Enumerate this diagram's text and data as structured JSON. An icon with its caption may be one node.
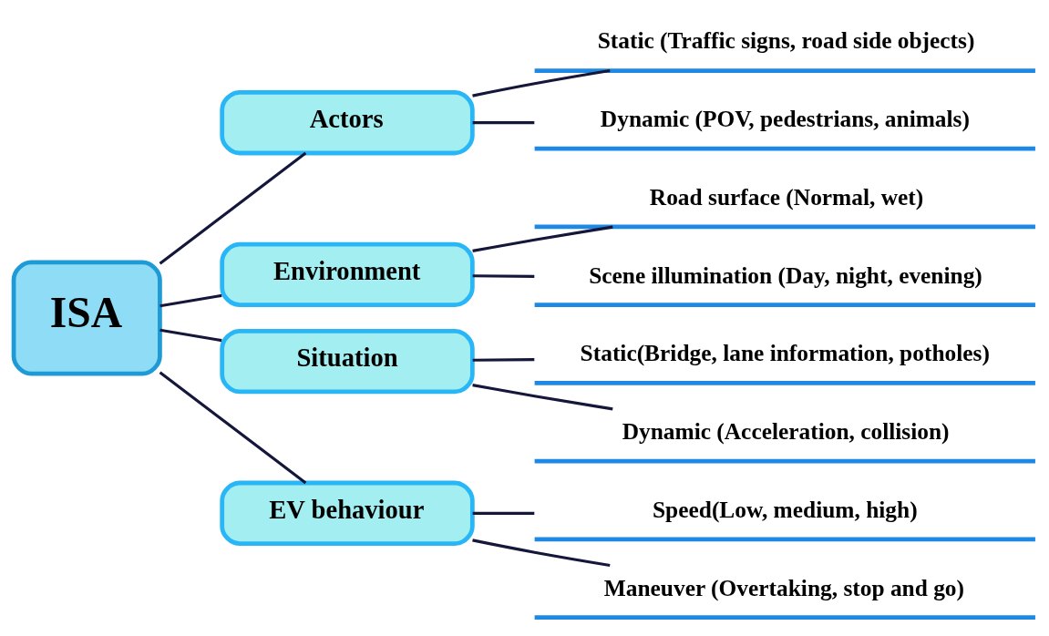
{
  "diagram": {
    "nodes": [
      {
        "text": [
          "ISA"
        ]
      },
      {
        "text": [
          "Actors"
        ]
      },
      {
        "text": [
          "Static (Traffic signs, road side objects)"
        ]
      },
      {
        "text": [
          "Dynamic (POV, pedestrians, animals)"
        ]
      },
      {
        "text": [
          "Environment"
        ]
      },
      {
        "text": [
          "Road surface (Normal, wet)"
        ]
      },
      {
        "text": [
          "Scene illumination (Day, night, evening)"
        ]
      },
      {
        "text": [
          "Situation"
        ]
      },
      {
        "text": [
          "Static(Bridge, lane information, potholes)"
        ]
      },
      {
        "text": [
          "Dynamic (Acceleration, collision)"
        ]
      },
      {
        "text": [
          "EV behaviour"
        ]
      },
      {
        "text": [
          "Speed(Low, medium, high)"
        ]
      },
      {
        "text": [
          "Maneuver (Overtaking, stop and go)"
        ]
      }
    ],
    "edges": [
      {
        "from": 0,
        "to": 1,
        "arrow": "none"
      },
      {
        "from": 0,
        "to": 4,
        "arrow": "none"
      },
      {
        "from": 0,
        "to": 7,
        "arrow": "none"
      },
      {
        "from": 0,
        "to": 10,
        "arrow": "none"
      },
      {
        "from": 1,
        "to": 2,
        "arrow": "none"
      },
      {
        "from": 1,
        "to": 3,
        "arrow": "none"
      },
      {
        "from": 4,
        "to": 5,
        "arrow": "none"
      },
      {
        "from": 4,
        "to": 6,
        "arrow": "none"
      },
      {
        "from": 7,
        "to": 8,
        "arrow": "none"
      },
      {
        "from": 7,
        "to": 9,
        "arrow": "none"
      },
      {
        "from": 10,
        "to": 11,
        "arrow": "none"
      },
      {
        "from": 10,
        "to": 12,
        "arrow": "none"
      }
    ]
  }
}
